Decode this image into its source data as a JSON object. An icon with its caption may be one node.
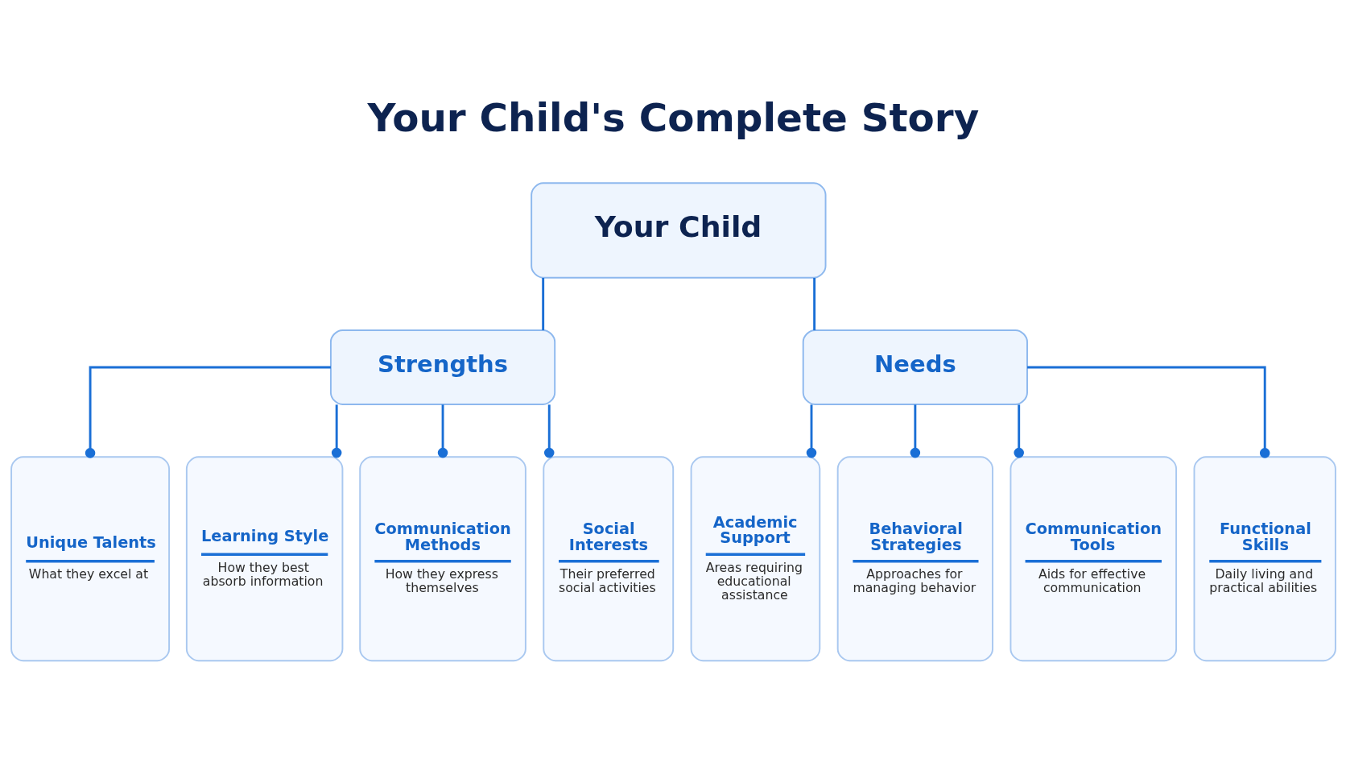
{
  "diagram": {
    "title": "Your Child's Complete Story",
    "nodes": [
      {
        "text": [
          "Your Child"
        ]
      },
      {
        "text": [
          "Strengths"
        ]
      },
      {
        "text": [
          "Needs"
        ]
      },
      {
        "text": [
          "Unique Talents",
          "What they excel at"
        ]
      },
      {
        "text": [
          "Learning Style",
          "How they best absorb information"
        ]
      },
      {
        "text": [
          "Communication Methods",
          "How they express themselves"
        ]
      },
      {
        "text": [
          "Social Interests",
          "Their preferred social activities"
        ]
      },
      {
        "text": [
          "Academic Support",
          "Areas requiring educational assistance"
        ]
      },
      {
        "text": [
          "Behavioral Strategies",
          "Approaches for managing behavior"
        ]
      },
      {
        "text": [
          "Communication Tools",
          "Aids for effective communication"
        ]
      },
      {
        "text": [
          "Functional Skills",
          "Daily living and practical abilities"
        ]
      }
    ],
    "edges": [
      {
        "from": 0,
        "to": 1,
        "arrow": "none"
      },
      {
        "from": 0,
        "to": 2,
        "arrow": "none"
      },
      {
        "from": 1,
        "to": 3,
        "arrow": "other"
      },
      {
        "from": 1,
        "to": 4,
        "arrow": "other"
      },
      {
        "from": 1,
        "to": 5,
        "arrow": "other"
      },
      {
        "from": 1,
        "to": 6,
        "arrow": "other"
      },
      {
        "from": 2,
        "to": 7,
        "arrow": "other"
      },
      {
        "from": 2,
        "to": 8,
        "arrow": "other"
      },
      {
        "from": 2,
        "to": 9,
        "arrow": "other"
      },
      {
        "from": 2,
        "to": 10,
        "arrow": "other"
      }
    ]
  }
}
